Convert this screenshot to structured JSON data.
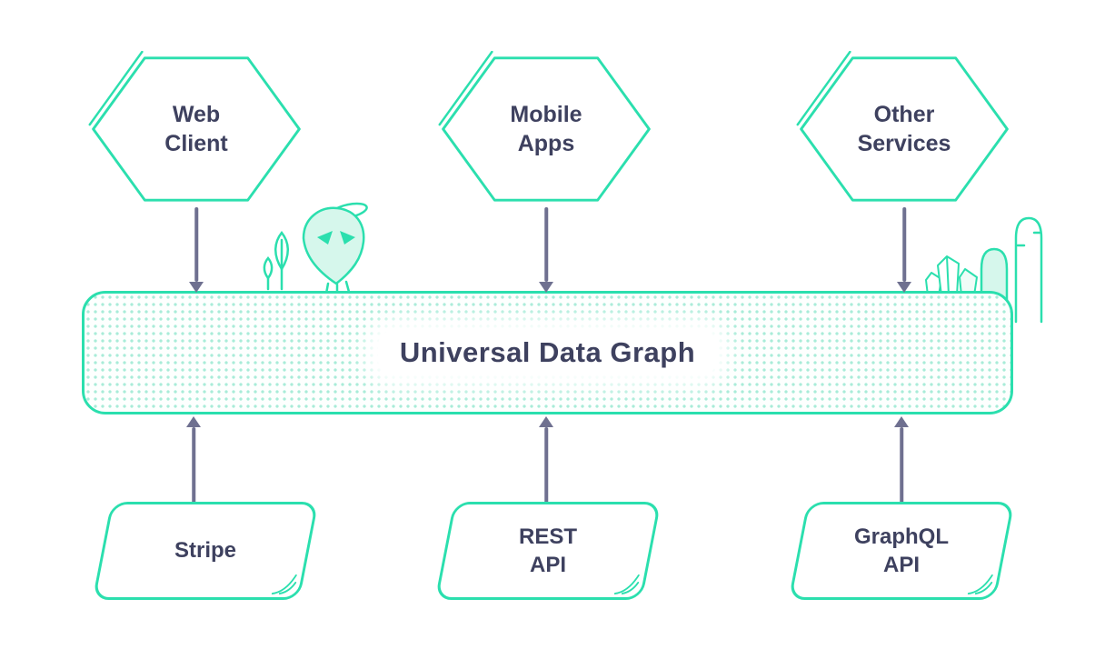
{
  "diagram": {
    "title": "Universal Data Graph",
    "top_nodes": [
      {
        "id": "web-client",
        "label": "Web\nClient"
      },
      {
        "id": "mobile-apps",
        "label": "Mobile\nApps"
      },
      {
        "id": "other-services",
        "label": "Other\nServices"
      }
    ],
    "bottom_nodes": [
      {
        "id": "stripe",
        "label": "Stripe"
      },
      {
        "id": "rest-api",
        "label": "REST\nAPI"
      },
      {
        "id": "graphql-api",
        "label": "GraphQL\nAPI"
      }
    ],
    "decorations": [
      "plant-icon",
      "ghost-mascot-icon",
      "crystals-icon",
      "cactus-icon"
    ],
    "colors": {
      "teal": "#2BDFAE",
      "mint_fill": "#D6F7EC",
      "dot_pattern": "#A9ECD9",
      "text": "#3E415F",
      "arrow": "#6F7090",
      "background": "#FFFFFF"
    }
  }
}
